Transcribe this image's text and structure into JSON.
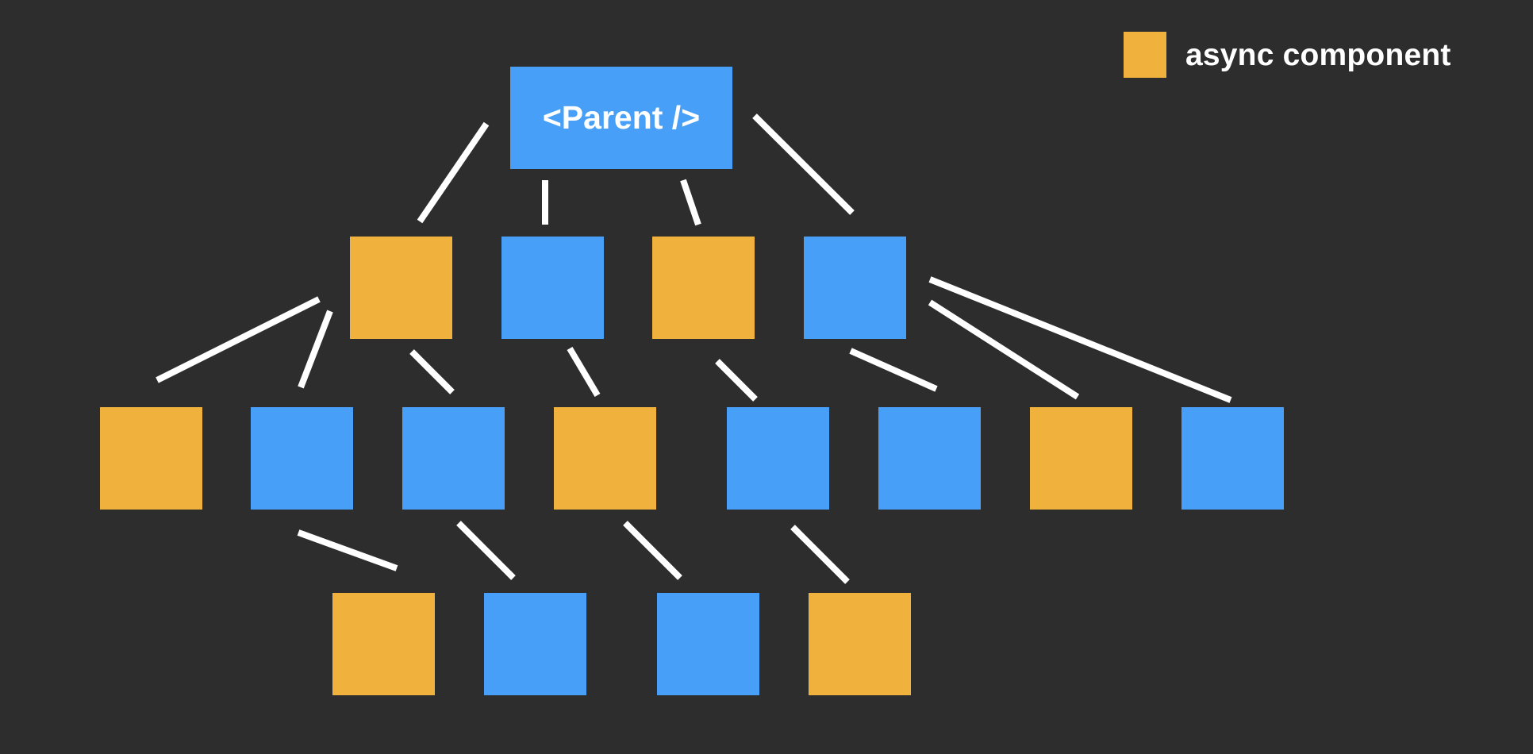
{
  "colors": {
    "background": "#2d2d2d",
    "sync": "#479ff8",
    "async": "#f0b13d",
    "connector": "#ffffff"
  },
  "legend": {
    "label": "async component",
    "swatch_color": "#f0b13d"
  },
  "root": {
    "label": "<Parent />",
    "async": false
  },
  "levels": [
    [
      {
        "id": "a1",
        "async": true
      },
      {
        "id": "a2",
        "async": false
      },
      {
        "id": "a3",
        "async": true
      },
      {
        "id": "a4",
        "async": false
      }
    ],
    [
      {
        "id": "b1",
        "async": true
      },
      {
        "id": "b2",
        "async": false
      },
      {
        "id": "b3",
        "async": false
      },
      {
        "id": "b4",
        "async": true
      },
      {
        "id": "b5",
        "async": false
      },
      {
        "id": "b6",
        "async": false
      },
      {
        "id": "b7",
        "async": true
      },
      {
        "id": "b8",
        "async": false
      }
    ],
    [
      {
        "id": "c1",
        "async": true
      },
      {
        "id": "c2",
        "async": false
      },
      {
        "id": "c3",
        "async": false
      },
      {
        "id": "c4",
        "async": true
      }
    ]
  ]
}
